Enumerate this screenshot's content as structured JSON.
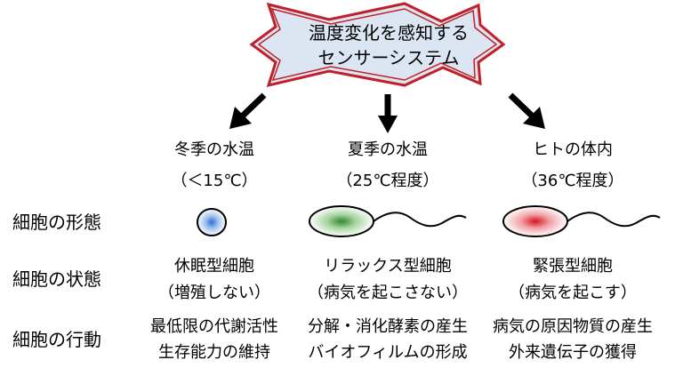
{
  "title": {
    "line1": "温度変化を感知する",
    "line2": "センサーシステム"
  },
  "columns": [
    {
      "env": "冬季の水温",
      "temp": "（＜15℃）",
      "state_name": "休眠型細胞",
      "state_note": "（増殖しない）",
      "behavior1": "最低限の代謝活性",
      "behavior2": "生存能力の維持",
      "cell_color": "#2e6fd6"
    },
    {
      "env": "夏季の水温",
      "temp": "（25℃程度）",
      "state_name": "リラックス型細胞",
      "state_note": "（病気を起こさない）",
      "behavior1": "分解・消化酵素の産生",
      "behavior2": "バイオフィルムの形成",
      "cell_color": "#2e8b2e"
    },
    {
      "env": "ヒトの体内",
      "temp": "（36℃程度）",
      "state_name": "緊張型細胞",
      "state_note": "（病気を起こす）",
      "behavior1": "病気の原因物質の産生",
      "behavior2": "外来遺伝子の獲得",
      "cell_color": "#d9141e"
    }
  ],
  "rows": {
    "morphology": "細胞の形態",
    "state": "細胞の状態",
    "behavior": "細胞の行動"
  },
  "colors": {
    "burst_fill": "#dce6f2",
    "burst_stroke": "#c0202a",
    "arrow": "#000000"
  }
}
